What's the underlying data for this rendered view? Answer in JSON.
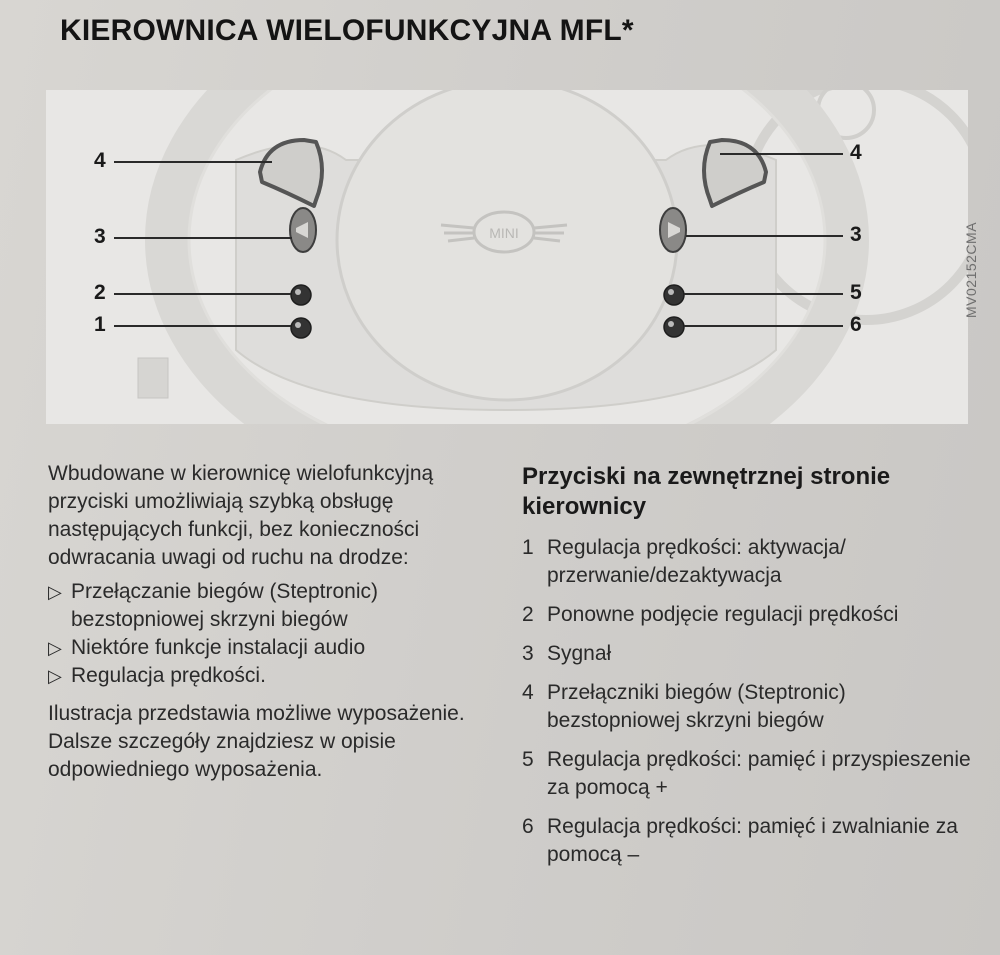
{
  "title": "KIEROWNICA WIELOFUNKCYJNA MFL*",
  "illustration": {
    "code": "MV02152CMA",
    "callouts_left": [
      "4",
      "3",
      "2",
      "1"
    ],
    "callouts_right": [
      "4",
      "3",
      "5",
      "6"
    ],
    "logo_text": "MINI"
  },
  "intro": {
    "paragraph": "Wbudowane w kierownicę wielofunkcyjną przyciski umożliwiają szybką obsługę następujących funkcji, bez konieczności odwracania uwagi od ruchu na drodze:",
    "bullets": [
      "Przełączanie biegów (Steptronic) bezstopniowej skrzyni biegów",
      "Niektóre funkcje instalacji audio",
      "Regulacja prędkości."
    ],
    "note": "Ilustracja przedstawia możliwe wyposażenie. Dalsze szczegóły znajdziesz w opisie odpowiedniego wyposażenia."
  },
  "buttons_section": {
    "heading": "Przyciski na zewnętrznej stronie kierownicy",
    "items": [
      {
        "num": "1",
        "text": "Regulacja prędkości: aktywacja/ przerwanie/dezaktywacja"
      },
      {
        "num": "2",
        "text": "Ponowne podjęcie regulacji prędkości"
      },
      {
        "num": "3",
        "text": "Sygnał"
      },
      {
        "num": "4",
        "text": "Przełączniki biegów (Steptronic) bezstopniowej skrzyni biegów"
      },
      {
        "num": "5",
        "text": "Regulacja prędkości: pamięć i przyspieszenie za pomocą +"
      },
      {
        "num": "6",
        "text": "Regulacja prędkości: pamięć i zwalnianie za pomocą –"
      }
    ]
  }
}
